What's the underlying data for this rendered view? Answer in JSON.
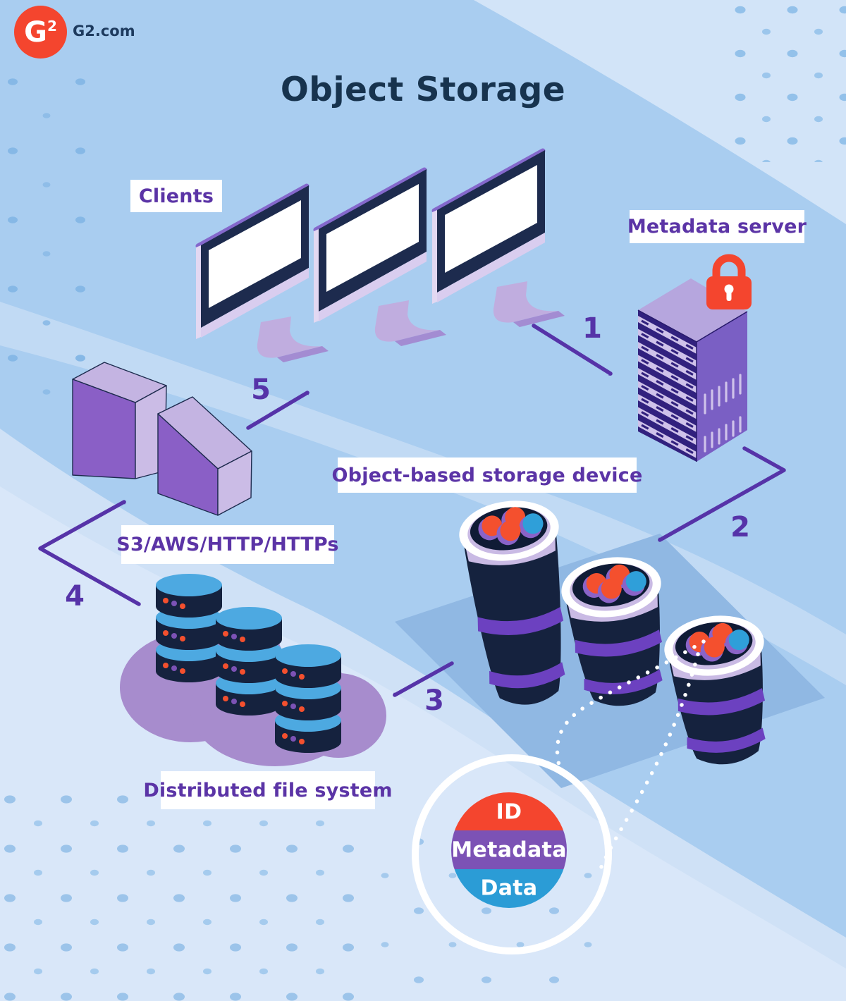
{
  "logo": {
    "badge_g": "G",
    "badge_2": "2",
    "site_text": "G2.com"
  },
  "title": "Object Storage",
  "labels": {
    "clients": "Clients",
    "metadata_server": "Metadata server",
    "object_storage_device": "Object-based storage device",
    "protocols": "S3/AWS/HTTP/HTTPs",
    "distributed_fs": "Distributed file system"
  },
  "steps": [
    "1",
    "2",
    "3",
    "4",
    "5"
  ],
  "object_parts": {
    "id": "ID",
    "metadata": "Metadata",
    "data": "Data"
  },
  "colors": {
    "background": "#a9cdf0",
    "background_light": "#d3e4f8",
    "accent_purple": "#5633a8",
    "illustration_purple": "#8a5fc6",
    "navy": "#17334e",
    "dark_navy": "#15223e",
    "red_orange": "#f4452e",
    "blue": "#4da9e1",
    "lavender": "#c9bae4",
    "white": "#ffffff"
  }
}
